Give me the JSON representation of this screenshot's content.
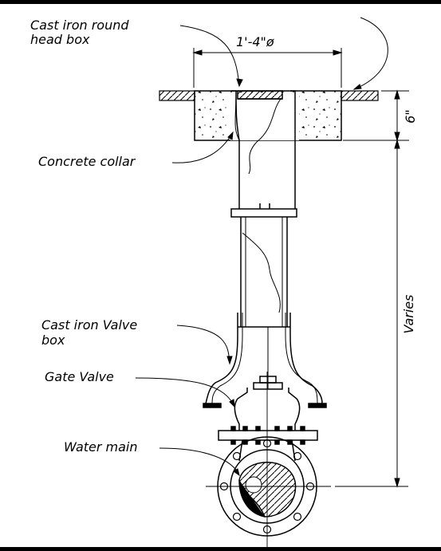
{
  "labels": {
    "head_box_line1": "Cast iron round",
    "head_box_line2": "head box",
    "collar_width": "1'-4\"ø",
    "collar_depth": "6\"",
    "concrete_collar": "Concrete collar",
    "varies": "Varies",
    "valve_box_line1": "Cast iron Valve",
    "valve_box_line2": "box",
    "gate_valve": "Gate Valve",
    "water_main": "Water main"
  },
  "colors": {
    "ink": "#000000",
    "background": "#ffffff"
  }
}
